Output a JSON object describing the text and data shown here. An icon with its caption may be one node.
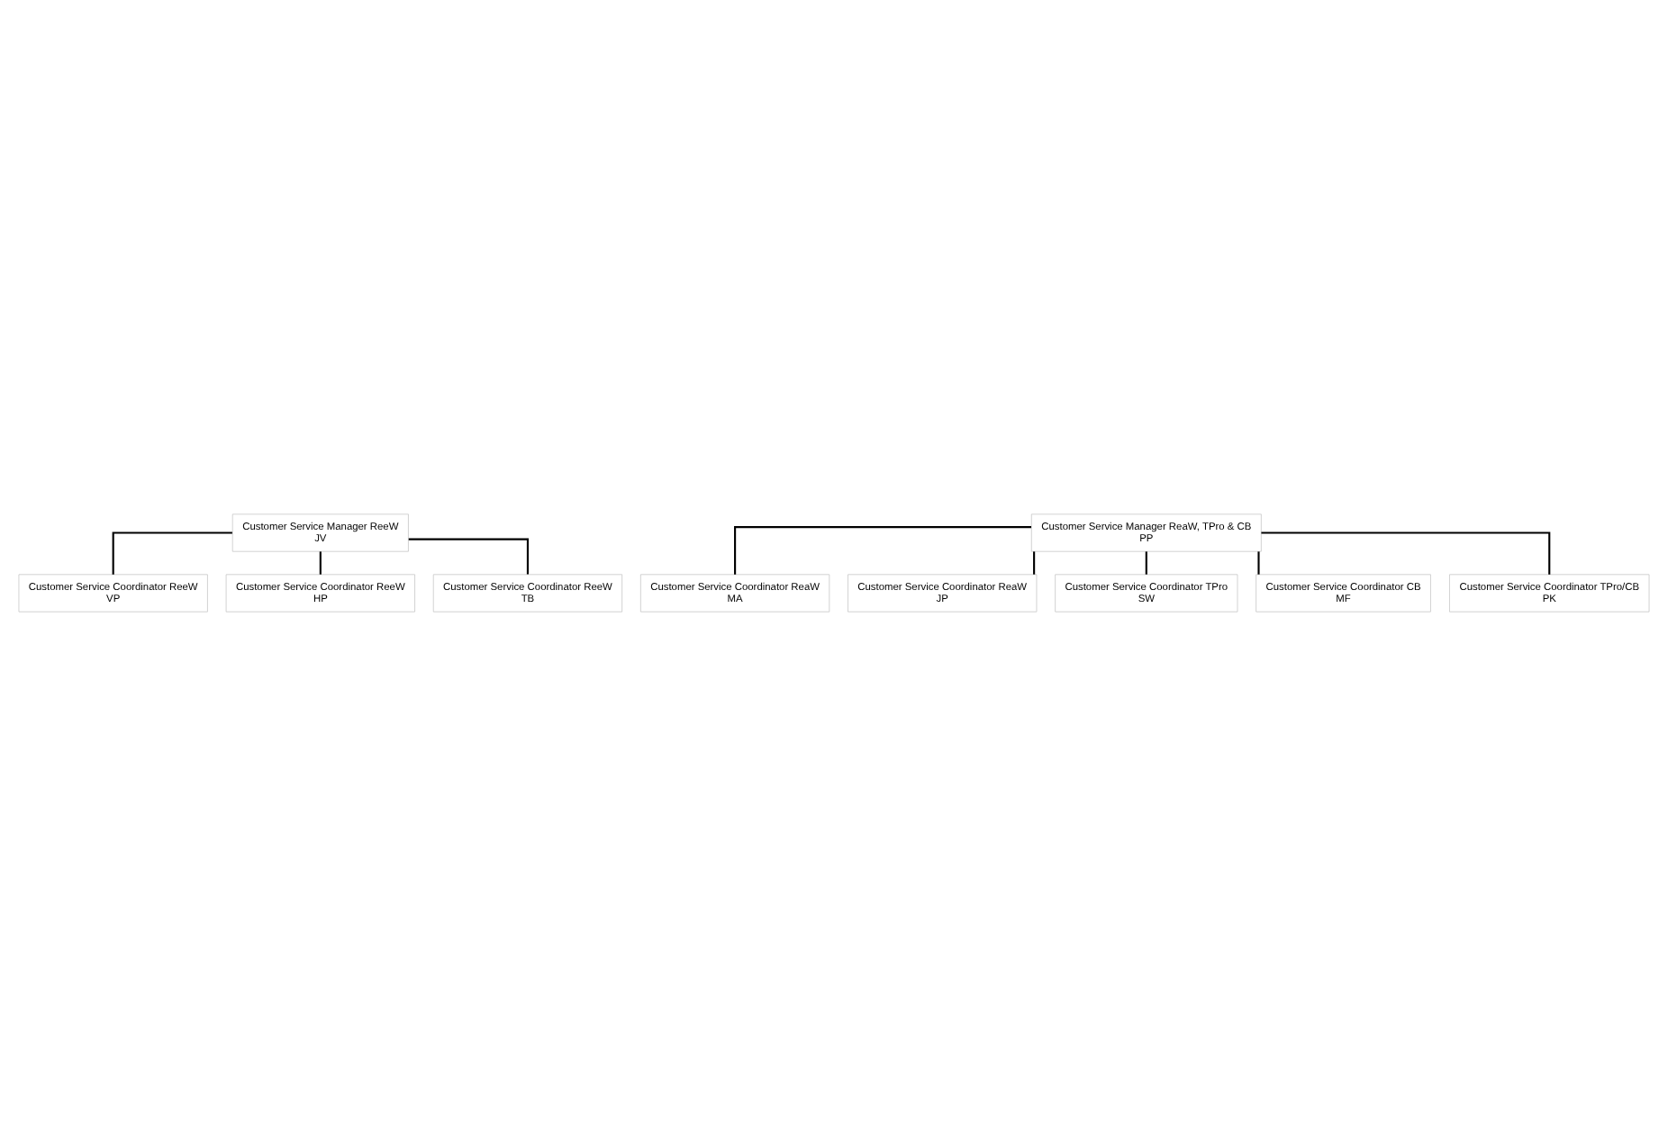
{
  "diagram": {
    "nodes": [
      {
        "text": [
          "Customer Service Manager ReeW",
          "JV"
        ]
      },
      {
        "text": [
          "Customer Service Coordinator ReeW",
          "VP"
        ]
      },
      {
        "text": [
          "Customer Service Coordinator ReeW",
          "HP"
        ]
      },
      {
        "text": [
          "Customer Service Coordinator ReeW",
          "TB"
        ]
      },
      {
        "text": [
          "Customer Service Manager ReaW, TPro & CB",
          "PP"
        ]
      },
      {
        "text": [
          "Customer Service Coordinator ReaW",
          "MA"
        ]
      },
      {
        "text": [
          "Customer Service Coordinator ReaW",
          "JP"
        ]
      },
      {
        "text": [
          "Customer Service Coordinator TPro",
          "SW"
        ]
      },
      {
        "text": [
          "Customer Service Coordinator CB",
          "MF"
        ]
      },
      {
        "text": [
          "Customer Service Coordinator TPro/CB",
          "PK"
        ]
      }
    ],
    "edges": [
      {
        "from": 0,
        "to": 1,
        "arrow": "none"
      },
      {
        "from": 0,
        "to": 2,
        "arrow": "none"
      },
      {
        "from": 0,
        "to": 3,
        "arrow": "none"
      },
      {
        "from": 4,
        "to": 5,
        "arrow": "none"
      },
      {
        "from": 4,
        "to": 6,
        "arrow": "none"
      },
      {
        "from": 4,
        "to": 7,
        "arrow": "none"
      },
      {
        "from": 4,
        "to": 8,
        "arrow": "none"
      },
      {
        "from": 4,
        "to": 9,
        "arrow": "none"
      }
    ]
  }
}
